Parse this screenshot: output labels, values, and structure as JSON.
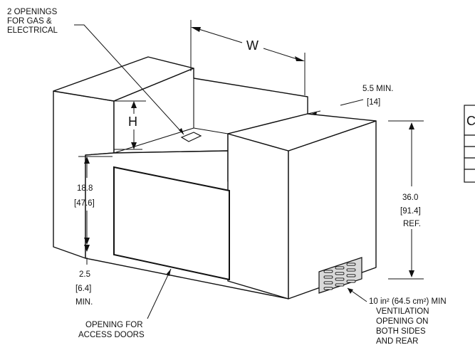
{
  "labels": {
    "openings_l1": "2 OPENINGS",
    "openings_l2": "FOR GAS &",
    "openings_l3": "ELECTRICAL",
    "width": "W",
    "height": "H",
    "clearance_top_l1": "5.5  MIN.",
    "clearance_top_l2": "[14]",
    "overall_l1": "36.0",
    "overall_l2": "[91.4]",
    "overall_l3": "REF.",
    "door_l1": "18.8",
    "door_l2": "[47.6]",
    "base_l1": "2.5",
    "base_l2": "[6.4]",
    "base_l3": "MIN.",
    "access_l1": "OPENING FOR",
    "access_l2": "ACCESS DOORS",
    "vent_l1": "10 in² (64.5 cm²) MIN",
    "vent_l2": "VENTILATION",
    "vent_l3": "OPENING ON",
    "vent_l4": "BOTH SIDES",
    "vent_l5": "AND REAR",
    "table_letter": "C"
  },
  "colors": {
    "line": "#111111",
    "fill": "#ffffff",
    "vent": "#d9d9d9"
  }
}
